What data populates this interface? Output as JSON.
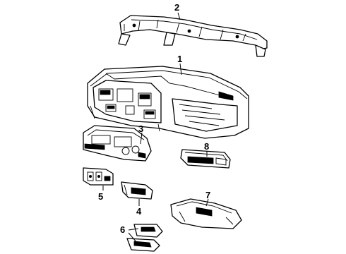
{
  "diagram": {
    "parts": [
      {
        "id": "crossmember",
        "callout": "2"
      },
      {
        "id": "instrument-panel",
        "callout": "1"
      },
      {
        "id": "cluster-bezel",
        "callout": "3"
      },
      {
        "id": "side-vent-panel",
        "callout": "8"
      },
      {
        "id": "switch-panel-left",
        "callout": "5"
      },
      {
        "id": "switch-panel-center",
        "callout": "4"
      },
      {
        "id": "glove-box",
        "callout": "7"
      },
      {
        "id": "ash-tray",
        "callout": "6"
      }
    ]
  }
}
